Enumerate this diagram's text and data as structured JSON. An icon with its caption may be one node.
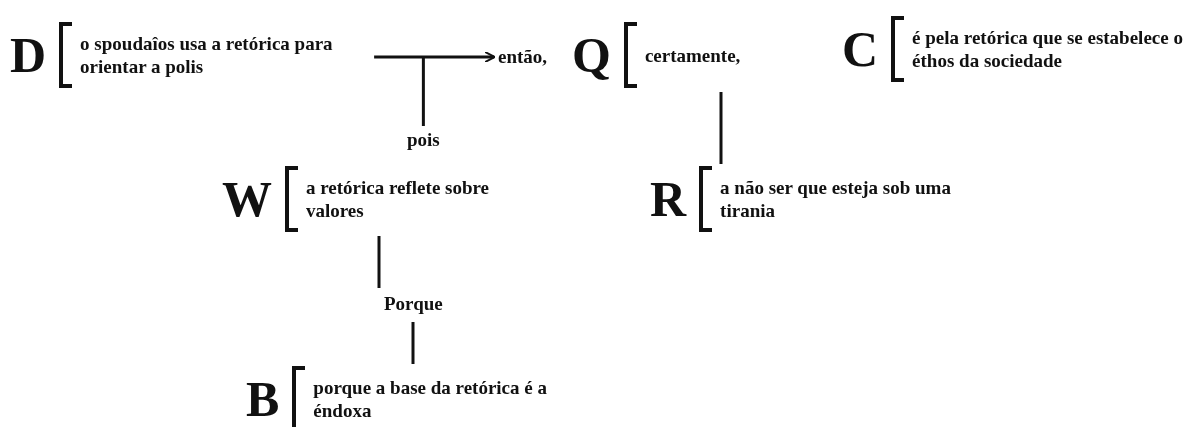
{
  "diagram": {
    "nodes": [
      {
        "text": [
          "D",
          "o spoudaîos usa a retórica para orientar a polis"
        ]
      },
      {
        "text": [
          "então,"
        ]
      },
      {
        "text": [
          "Q",
          "certamente,"
        ]
      },
      {
        "text": [
          "C",
          "é pela retórica que se estabelece o éthos da sociedade"
        ]
      },
      {
        "text": [
          "pois"
        ]
      },
      {
        "text": [
          "W",
          "a retórica reflete sobre valores"
        ]
      },
      {
        "text": [
          "R",
          "a não ser que esteja sob uma tirania"
        ]
      },
      {
        "text": [
          "Porque"
        ]
      },
      {
        "text": [
          "B",
          "porque a base da retórica é a éndoxa"
        ]
      }
    ],
    "edges": [
      {
        "from": 0,
        "to": 1,
        "arrow": "to"
      },
      {
        "from": 4,
        "to": null,
        "arrow": "none"
      },
      {
        "from": 2,
        "to": 6,
        "arrow": "none"
      },
      {
        "from": 5,
        "to": 7,
        "arrow": "none"
      },
      {
        "from": 7,
        "to": 8,
        "arrow": "none"
      }
    ]
  }
}
